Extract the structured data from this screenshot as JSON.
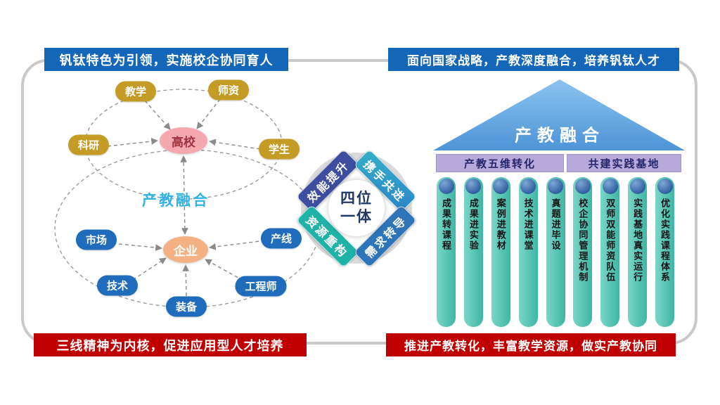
{
  "banners": {
    "top_left": "钒钛特色为引领，实施校企协同育人",
    "top_right": "面向国家战略，产教深度融合，培养钒钛人才",
    "bottom_left": "三线精神为内核，促进应用型人才培养",
    "bottom_right": "推进产教转化，丰富教学资源，做实产教协同"
  },
  "left_diagram": {
    "center_label": "产教融合",
    "university": {
      "label": "高校",
      "satellites": [
        "教学",
        "师资",
        "科研",
        "学生"
      ]
    },
    "enterprise": {
      "label": "企业",
      "satellites": [
        "市场",
        "产线",
        "技术",
        "装备",
        "工程师"
      ]
    }
  },
  "center_wheel": {
    "core": [
      "四位",
      "一体"
    ],
    "segments": [
      {
        "label": "效能提升",
        "color": "#3D4EA1"
      },
      {
        "label": "携手共进",
        "color": "#2FA3C0"
      },
      {
        "label": "资源重构",
        "color": "#1FB2A6"
      },
      {
        "label": "需求转导",
        "color": "#2E74B8"
      }
    ]
  },
  "right_diagram": {
    "roof_label": "产教融合",
    "beams": [
      "产教五维转化",
      "共建实践基地"
    ],
    "pillars": [
      "成果转课程",
      "成果进实验",
      "案例进教材",
      "技术进课堂",
      "真题进毕设",
      "校企协同管理机制",
      "双师双能师资队伍",
      "实践基地真实运行",
      "优化实践课程体系"
    ]
  },
  "colors": {
    "banner_blue": "#1467B8",
    "banner_red": "#C00000",
    "gold_node": "#C49B25",
    "blue_node": "#1E6CBB",
    "university_pink": "#F5A8B0",
    "enterprise_orange": "#F4B183",
    "center_label_cyan": "#33B3E5",
    "roof_blue": "#5B9BD5",
    "beam_purple": "#B7AADA",
    "pillar_teal": "#4FC2B0",
    "core_navy": "#1F3864",
    "frame_gray": "#C9C9C9"
  }
}
